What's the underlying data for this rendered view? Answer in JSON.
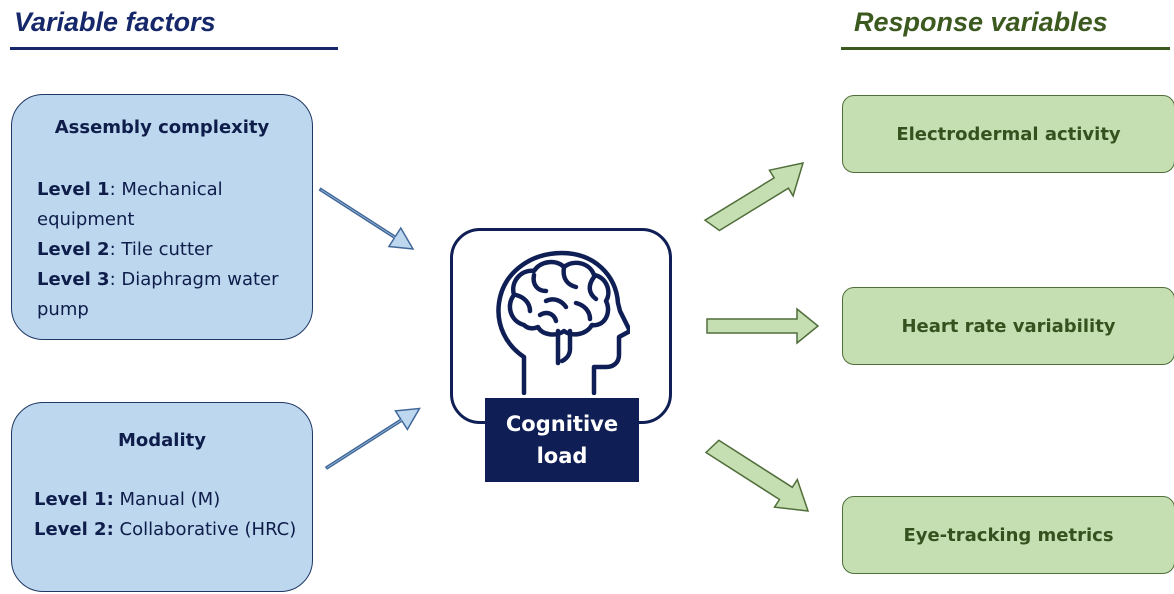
{
  "headers": {
    "left": "Variable factors",
    "right": "Response variables"
  },
  "colors": {
    "navy": "#16286a",
    "dark_green": "#3c5a1f",
    "factor_fill": "#bdd7ee",
    "response_fill": "#c5dfb3",
    "cognitive_fill": "#0f1f55"
  },
  "factors": [
    {
      "title": "Assembly complexity",
      "levels": [
        {
          "name": "Level 1",
          "sep": ": ",
          "value": "Mechanical equipment"
        },
        {
          "name": "Level 2",
          "sep": ": ",
          "value": "Tile cutter"
        },
        {
          "name": "Level 3",
          "sep": ": ",
          "value": "Diaphragm water pump"
        }
      ]
    },
    {
      "title": "Modality",
      "levels": [
        {
          "name": "Level 1:",
          "sep": " ",
          "value": "Manual (M)"
        },
        {
          "name": "Level 2:",
          "sep": " ",
          "value": "Collaborative (HRC)"
        }
      ]
    }
  ],
  "center": {
    "label": "Cognitive load",
    "icon": "brain-head-icon"
  },
  "responses": [
    "Electrodermal activity",
    "Heart rate variability",
    "Eye-tracking metrics"
  ],
  "arrows": [
    {
      "from": "factors.0",
      "to": "center"
    },
    {
      "from": "factors.1",
      "to": "center"
    },
    {
      "from": "center",
      "to": "responses.0"
    },
    {
      "from": "center",
      "to": "responses.1"
    },
    {
      "from": "center",
      "to": "responses.2"
    }
  ]
}
